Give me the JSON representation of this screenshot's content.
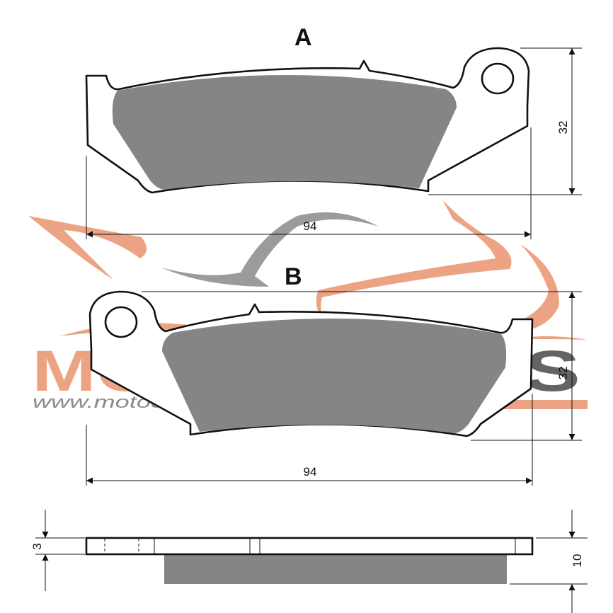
{
  "views": {
    "top_pad": {
      "label": "A",
      "width_dim": "94",
      "height_dim": "32"
    },
    "bottom_pad": {
      "label": "B",
      "width_dim": "94",
      "height_dim": "32"
    },
    "side_view": {
      "plate_thickness_dim": "3",
      "total_thickness_dim": "10"
    }
  },
  "watermark": {
    "word1": "MOTO",
    "word2": "PARTS",
    "url": "www.motodelovi.com",
    "colors": {
      "orange": "#e9946f",
      "gray": "#4a4a4a"
    }
  },
  "colors": {
    "friction": "#858585",
    "outline": "#111111"
  }
}
